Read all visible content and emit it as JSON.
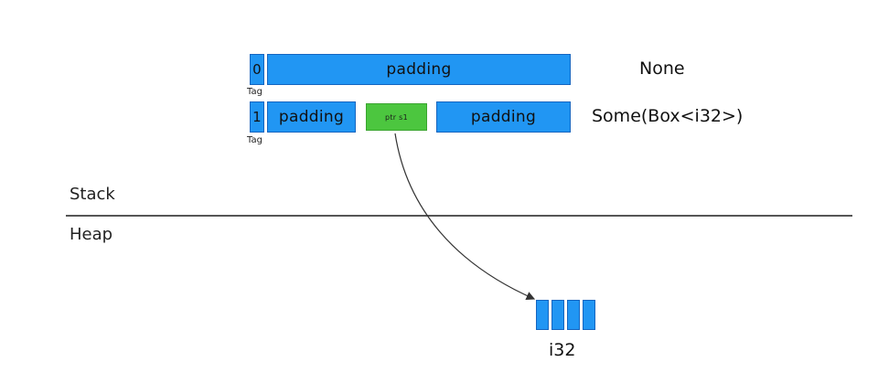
{
  "none_row": {
    "tag_value": "0",
    "tag_label": "Tag",
    "padding_label": "padding",
    "variant_label": "None"
  },
  "some_row": {
    "tag_value": "1",
    "tag_label": "Tag",
    "padding_left_label": "padding",
    "pointer_label": "ptr s1",
    "padding_right_label": "padding",
    "variant_label": "Some(Box<i32>)"
  },
  "regions": {
    "stack_label": "Stack",
    "heap_label": "Heap"
  },
  "heap_value": {
    "label": "i32",
    "cell_count": 4
  },
  "colors": {
    "field_blue": "#2196f3",
    "pointer_green": "#4cc63f",
    "divider_gray": "#555555"
  }
}
